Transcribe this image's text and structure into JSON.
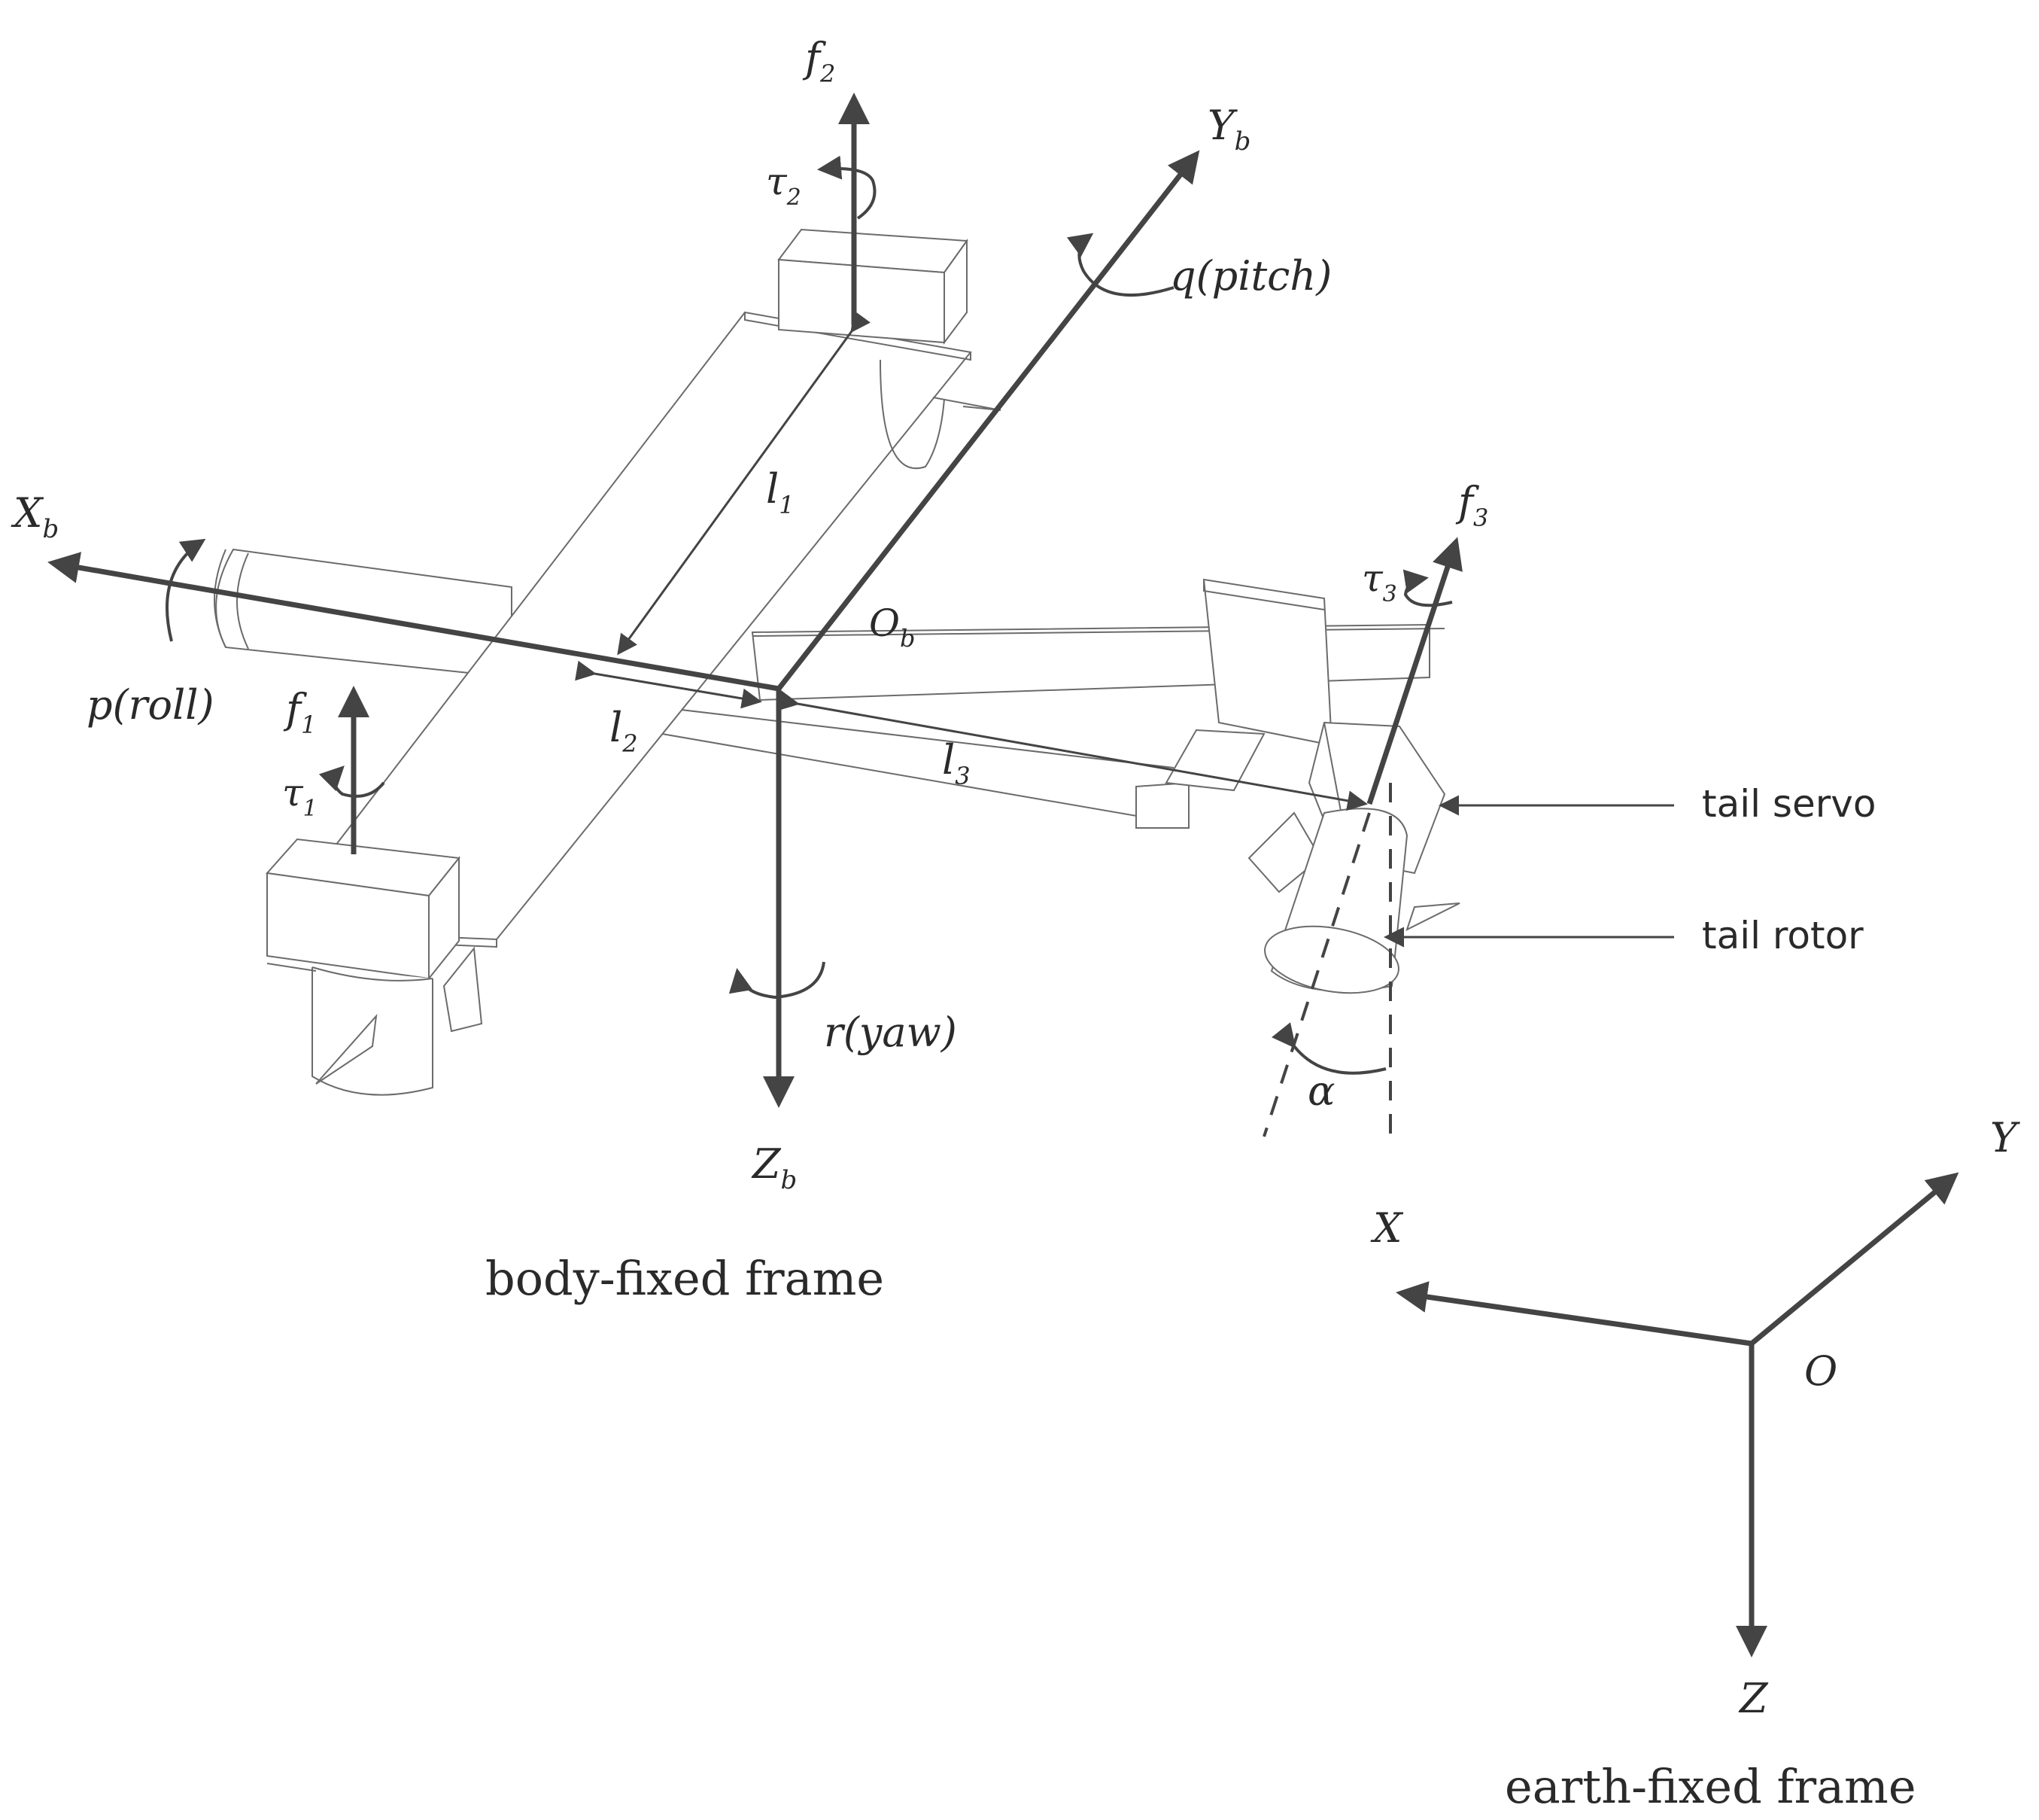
{
  "body_frame": {
    "caption": "body-fixed frame",
    "axes": {
      "x": "X",
      "x_sub": "b",
      "y": "Y",
      "y_sub": "b",
      "z": "Z",
      "z_sub": "b"
    },
    "origin": "O",
    "origin_sub": "b",
    "rotations": {
      "roll": "p(roll)",
      "pitch": "q(pitch)",
      "yaw": "r(yaw)"
    }
  },
  "forces": {
    "f1": "f",
    "f1_sub": "1",
    "f2": "f",
    "f2_sub": "2",
    "f3": "f",
    "f3_sub": "3"
  },
  "torques": {
    "t1": "τ",
    "t1_sub": "1",
    "t2": "τ",
    "t2_sub": "2",
    "t3": "τ",
    "t3_sub": "3"
  },
  "lengths": {
    "l1": "l",
    "l1_sub": "1",
    "l2": "l",
    "l2_sub": "2",
    "l3": "l",
    "l3_sub": "3"
  },
  "tilt_angle": "α",
  "callouts": {
    "tail_servo": "tail servo",
    "tail_rotor": "tail rotor"
  },
  "earth_frame": {
    "caption": "earth-fixed frame",
    "axes": {
      "x": "X",
      "y": "Y",
      "z": "Z"
    },
    "origin": "O"
  }
}
